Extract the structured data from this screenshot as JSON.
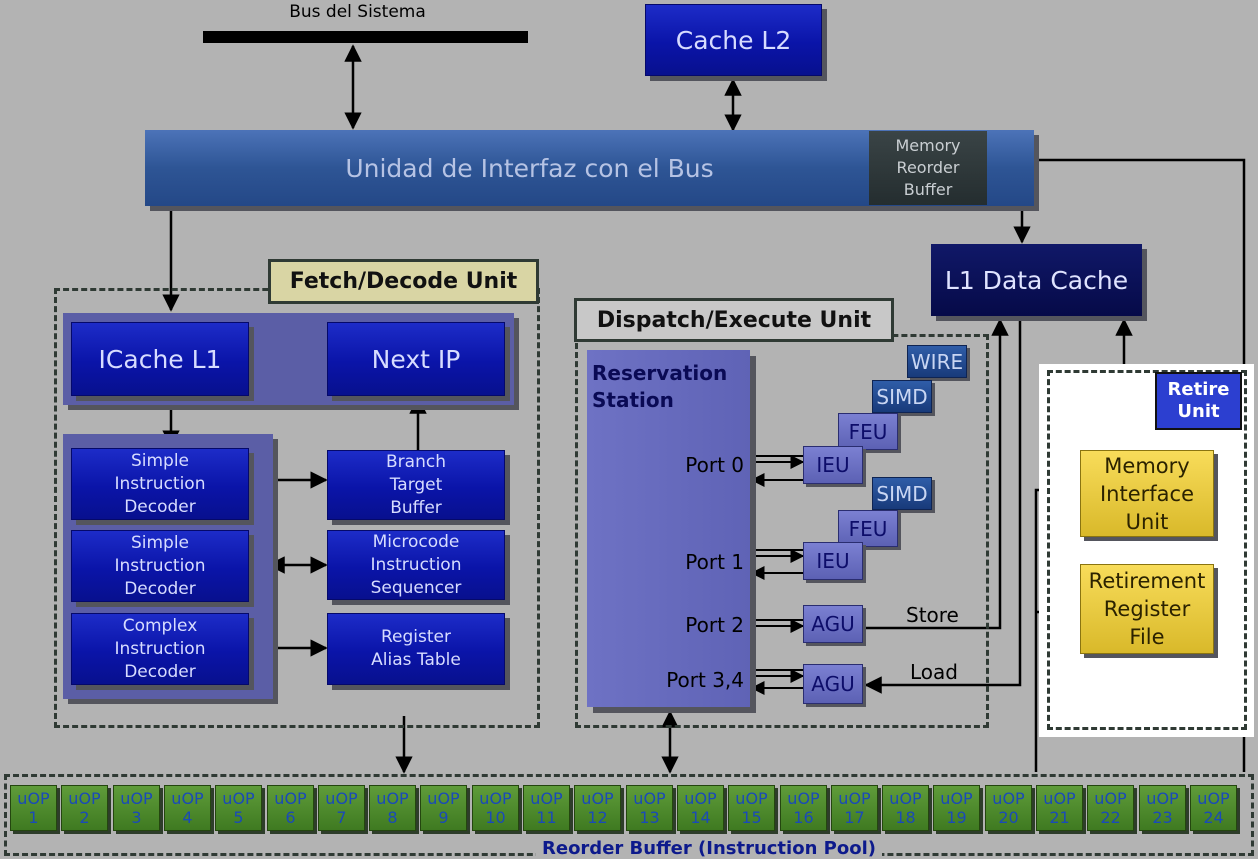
{
  "system_bus": {
    "label": "Bus del Sistema"
  },
  "cache_l2": {
    "label": "Cache L2"
  },
  "bus_interface": {
    "label": "Unidad de Interfaz con el Bus"
  },
  "memory_reorder_buffer": {
    "line1": "Memory",
    "line2": "Reorder",
    "line3": "Buffer"
  },
  "l1_data_cache": {
    "label": "L1 Data Cache"
  },
  "fetch_decode": {
    "title": "Fetch/Decode Unit",
    "icache": "ICache L1",
    "next_ip": "Next IP",
    "decoders": [
      {
        "line1": "Simple",
        "line2": "Instruction",
        "line3": "Decoder"
      },
      {
        "line1": "Simple",
        "line2": "Instruction",
        "line3": "Decoder"
      },
      {
        "line1": "Complex",
        "line2": "Instruction",
        "line3": "Decoder"
      }
    ],
    "btb": {
      "line1": "Branch",
      "line2": "Target",
      "line3": "Buffer"
    },
    "mis": {
      "line1": "Microcode",
      "line2": "Instruction",
      "line3": "Sequencer"
    },
    "rat": {
      "line1": "Register",
      "line2": "Alias Table"
    }
  },
  "dispatch_execute": {
    "title": "Dispatch/Execute Unit",
    "reservation_line1": "Reservation",
    "reservation_line2": "Station",
    "ports": [
      "Port 0",
      "Port 1",
      "Port 2",
      "Port 3,4"
    ],
    "units": {
      "wire": "WIRE",
      "simd": "SIMD",
      "feu": "FEU",
      "ieu": "IEU",
      "agu": "AGU"
    },
    "store_label": "Store",
    "load_label": "Load"
  },
  "retire_unit": {
    "title_line1": "Retire",
    "title_line2": "Unit",
    "miu": {
      "line1": "Memory",
      "line2": "Interface",
      "line3": "Unit"
    },
    "rrf": {
      "line1": "Retirement",
      "line2": "Register",
      "line3": "File"
    }
  },
  "reorder_buffer": {
    "label": "Reorder Buffer (Instruction Pool)",
    "uop_label": "uOP",
    "uops": [
      "1",
      "2",
      "3",
      "4",
      "5",
      "6",
      "7",
      "8",
      "9",
      "10",
      "11",
      "12",
      "13",
      "14",
      "15",
      "16",
      "17",
      "18",
      "19",
      "20",
      "21",
      "22",
      "23",
      "24"
    ]
  },
  "colors": {
    "background": "#b3b3b3",
    "blue_box": "#0a14a8",
    "bus_unit": "#2e5595",
    "panel": "#5b5ea6",
    "yellow_box": "#e8c83c",
    "uop_green": "#4f8a2d",
    "fetch_tag": "#d9d5a4",
    "retire_tag": "#2c3fd0"
  }
}
